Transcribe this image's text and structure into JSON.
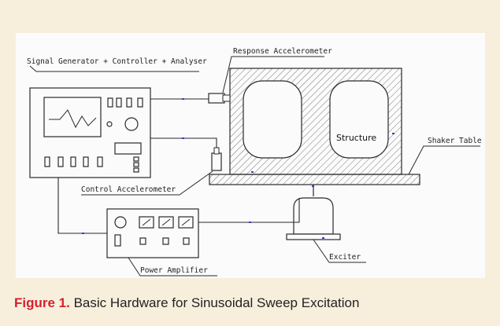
{
  "diagram": {
    "labels": {
      "signal_generator": "Signal Generator + Controller + Analyser",
      "response_accelerometer": "Response Accelerometer",
      "shaker_table": "Shaker Table",
      "structure": "Structure",
      "control_accelerometer": "Control Accelerometer",
      "power_amplifier": "Power Amplifier",
      "exciter": "Exciter"
    }
  },
  "caption": {
    "figure_label": "Figure 1.",
    "text": " Basic Hardware for Sinusoidal Sweep Excitation"
  },
  "colors": {
    "background": "#f7efdc",
    "panel": "#fbfbfb",
    "line": "#2a2a2a",
    "wire_marker": "#3a3ad0",
    "figure_label": "#d71f2f"
  }
}
